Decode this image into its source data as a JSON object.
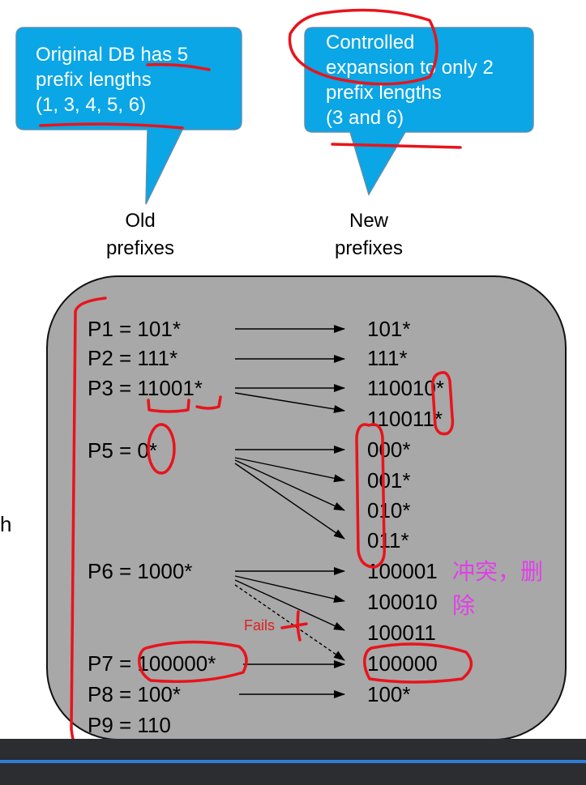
{
  "callouts": {
    "old_lines": [
      "Original DB has 5",
      "prefix lengths",
      "(1, 3, 4, 5, 6)"
    ],
    "new_lines": [
      "Controlled",
      "expansion to only 2",
      "prefix lengths",
      "(3 and 6)"
    ]
  },
  "captions": {
    "old": [
      "Old",
      "prefixes"
    ],
    "new": [
      "New",
      "prefixes"
    ]
  },
  "side_letter": "h",
  "old_prefixes": [
    "P1 = 101*",
    "P2 = 111*",
    "P3 = 11001*",
    "P5 = 0*",
    "P6 = 1000*",
    "P7 = 100000*",
    "P8 = 100*",
    "P9 = 110"
  ],
  "new_prefixes": [
    "101*",
    "111*",
    "110010*",
    "110011*",
    "000*",
    "001*",
    "010*",
    "011*",
    "100001",
    "100010",
    "100011",
    "100000",
    "100*"
  ],
  "annotations": {
    "conflict_line1": "冲突，删",
    "conflict_line2": "除",
    "fails": "Fails"
  },
  "colors": {
    "callout_fill": "#0aa6e6",
    "panel_fill": "#a8a8a8",
    "pen": "#e8141c",
    "cn_text": "#e040e8",
    "taskbar": "#2b2d31",
    "taskbar_accent": "#2f7bd9"
  }
}
